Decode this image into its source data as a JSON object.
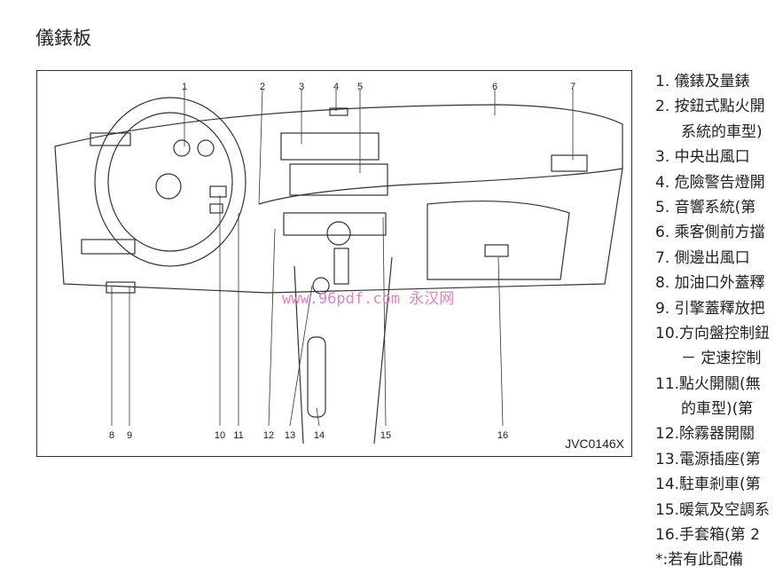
{
  "title": "儀錶板",
  "figure": {
    "callouts_top": [
      "1",
      "2",
      "3",
      "4",
      "5",
      "6",
      "7"
    ],
    "callouts_bottom": [
      "8",
      "9",
      "10",
      "11",
      "12",
      "13",
      "14",
      "15",
      "16"
    ],
    "code": "JVC0146X",
    "watermark": "www.96pdf.com 永汉网"
  },
  "list": [
    {
      "text": "1. 儀錶及量錶"
    },
    {
      "text": "2. 按鈕式點火開"
    },
    {
      "text": "系統的車型)",
      "cont": true
    },
    {
      "text": "3. 中央出風口"
    },
    {
      "text": "4. 危險警告燈開"
    },
    {
      "text": "5. 音響系統(第"
    },
    {
      "text": "6. 乘客側前方擋"
    },
    {
      "text": "7. 側邊出風口"
    },
    {
      "text": "8. 加油口外蓋釋"
    },
    {
      "text": "9. 引擎蓋釋放把"
    },
    {
      "text": "10.方向盤控制鈕"
    },
    {
      "text": "－ 定速控制",
      "cont": true
    },
    {
      "text": "11.點火開關(無"
    },
    {
      "text": "的車型)(第",
      "cont": true
    },
    {
      "text": "12.除霧器開關"
    },
    {
      "text": "13.電源插座(第"
    },
    {
      "text": "14.駐車剎車(第"
    },
    {
      "text": "15.暖氣及空調系"
    },
    {
      "text": "16.手套箱(第 2"
    },
    {
      "text": "*:若有此配備"
    }
  ]
}
